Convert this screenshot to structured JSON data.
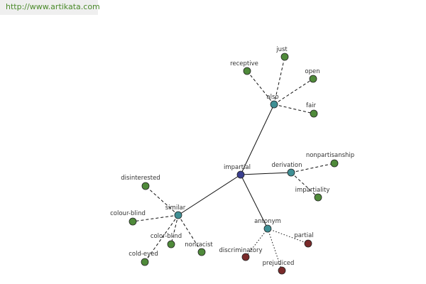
{
  "header": {
    "url": "http://www.artikata.com"
  },
  "colors": {
    "root": "#3a3f8f",
    "category": "#3f8f94",
    "synonym": "#4f8a3a",
    "antonym": "#7a2a2a",
    "node_stroke": "#222222",
    "edge": "#111111"
  },
  "graph": {
    "nodes": [
      {
        "id": "impartial",
        "label": "impartial",
        "kind": "root"
      },
      {
        "id": "also",
        "label": "also",
        "kind": "category"
      },
      {
        "id": "derivation",
        "label": "derivation",
        "kind": "category"
      },
      {
        "id": "similar",
        "label": "similar",
        "kind": "category"
      },
      {
        "id": "antonym",
        "label": "antonym",
        "kind": "category"
      },
      {
        "id": "just",
        "label": "just",
        "kind": "synonym"
      },
      {
        "id": "receptive",
        "label": "receptive",
        "kind": "synonym"
      },
      {
        "id": "open",
        "label": "open",
        "kind": "synonym"
      },
      {
        "id": "fair",
        "label": "fair",
        "kind": "synonym"
      },
      {
        "id": "nonpartisanship",
        "label": "nonpartisanship",
        "kind": "synonym"
      },
      {
        "id": "impartiality",
        "label": "impartiality",
        "kind": "synonym"
      },
      {
        "id": "disinterested",
        "label": "disinterested",
        "kind": "synonym"
      },
      {
        "id": "colour-blind",
        "label": "colour-blind",
        "kind": "synonym"
      },
      {
        "id": "color-blind",
        "label": "color-blind",
        "kind": "synonym"
      },
      {
        "id": "cold-eyed",
        "label": "cold-eyed",
        "kind": "synonym"
      },
      {
        "id": "nonracist",
        "label": "nonracist",
        "kind": "synonym"
      },
      {
        "id": "partial",
        "label": "partial",
        "kind": "antonym"
      },
      {
        "id": "discriminatory",
        "label": "discriminatory",
        "kind": "antonym"
      },
      {
        "id": "prejudiced",
        "label": "prejudiced",
        "kind": "antonym"
      }
    ],
    "edges": [
      {
        "from": "impartial",
        "to": "also",
        "style": "solid"
      },
      {
        "from": "impartial",
        "to": "derivation",
        "style": "solid"
      },
      {
        "from": "impartial",
        "to": "similar",
        "style": "solid"
      },
      {
        "from": "impartial",
        "to": "antonym",
        "style": "solid"
      },
      {
        "from": "also",
        "to": "just",
        "style": "dashed"
      },
      {
        "from": "also",
        "to": "receptive",
        "style": "dashed"
      },
      {
        "from": "also",
        "to": "open",
        "style": "dashed"
      },
      {
        "from": "also",
        "to": "fair",
        "style": "dashed"
      },
      {
        "from": "derivation",
        "to": "nonpartisanship",
        "style": "dashed"
      },
      {
        "from": "derivation",
        "to": "impartiality",
        "style": "dashed"
      },
      {
        "from": "similar",
        "to": "disinterested",
        "style": "dashed"
      },
      {
        "from": "similar",
        "to": "colour-blind",
        "style": "dashed"
      },
      {
        "from": "similar",
        "to": "color-blind",
        "style": "dashed"
      },
      {
        "from": "similar",
        "to": "cold-eyed",
        "style": "dashed"
      },
      {
        "from": "similar",
        "to": "nonracist",
        "style": "dashed"
      },
      {
        "from": "antonym",
        "to": "partial",
        "style": "dotted"
      },
      {
        "from": "antonym",
        "to": "discriminatory",
        "style": "dotted"
      },
      {
        "from": "antonym",
        "to": "prejudiced",
        "style": "dotted"
      }
    ]
  }
}
